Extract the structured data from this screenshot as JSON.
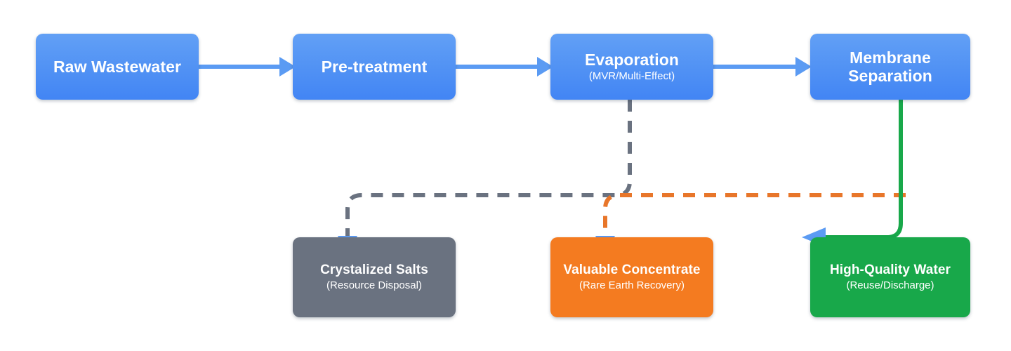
{
  "diagram": {
    "type": "process-flowchart",
    "title": "Wastewater Treatment Process Flow",
    "background_color": "#ffffff",
    "colors": {
      "process_blue": "#4285f4",
      "process_blue_light": "#62a0f5",
      "arrow_blue": "#5b9bf3",
      "salts_gray": "#6a7280",
      "concentrate_orange": "#f47b20",
      "water_green": "#18a84a",
      "dashed_gray": "#6a7280",
      "dashed_orange": "#e8762a",
      "text_white": "#ffffff"
    }
  },
  "nodes": {
    "raw_wastewater": {
      "title": "Raw Wastewater",
      "subtitle": "",
      "kind": "process",
      "color": "#4285f4"
    },
    "pre_treatment": {
      "title": "Pre-treatment",
      "subtitle": "",
      "kind": "process",
      "color": "#4285f4"
    },
    "evaporation": {
      "title": "Evaporation",
      "subtitle": "(MVR/Multi-Effect)",
      "kind": "process",
      "color": "#4285f4"
    },
    "membrane_separation": {
      "title": "Membrane\nSeparation",
      "subtitle": "",
      "kind": "process",
      "color": "#4285f4"
    },
    "crystalized_salts": {
      "title": "Crystalized Salts",
      "subtitle": "(Resource Disposal)",
      "kind": "outcome",
      "color": "#6a7280"
    },
    "valuable_concentrate": {
      "title": "Valuable Concentrate",
      "subtitle": "(Rare Earth Recovery)",
      "kind": "outcome",
      "color": "#f47b20"
    },
    "high_quality_water": {
      "title": "High-Quality Water",
      "subtitle": "(Reuse/Discharge)",
      "kind": "outcome",
      "color": "#18a84a"
    }
  },
  "edges": [
    {
      "id": "raw-to-pre",
      "from": "raw_wastewater",
      "to": "pre_treatment",
      "style": "solid",
      "color": "#5b9bf3",
      "arrowhead": "right"
    },
    {
      "id": "pre-to-evap",
      "from": "pre_treatment",
      "to": "evaporation",
      "style": "solid",
      "color": "#5b9bf3",
      "arrowhead": "right"
    },
    {
      "id": "evap-to-membrane",
      "from": "evaporation",
      "to": "membrane_separation",
      "style": "solid",
      "color": "#5b9bf3",
      "arrowhead": "right"
    },
    {
      "id": "evap-to-salts",
      "from": "evaporation",
      "to": "crystalized_salts",
      "style": "dashed",
      "color": "#6a7280",
      "arrowhead": "down"
    },
    {
      "id": "membrane-to-concentrate",
      "from": "membrane_separation",
      "to": "valuable_concentrate",
      "style": "dashed",
      "color": "#e8762a",
      "arrowhead": "down"
    },
    {
      "id": "membrane-to-water",
      "from": "membrane_separation",
      "to": "high_quality_water",
      "style": "solid",
      "color": "#18a84a",
      "arrowhead": "left"
    }
  ]
}
